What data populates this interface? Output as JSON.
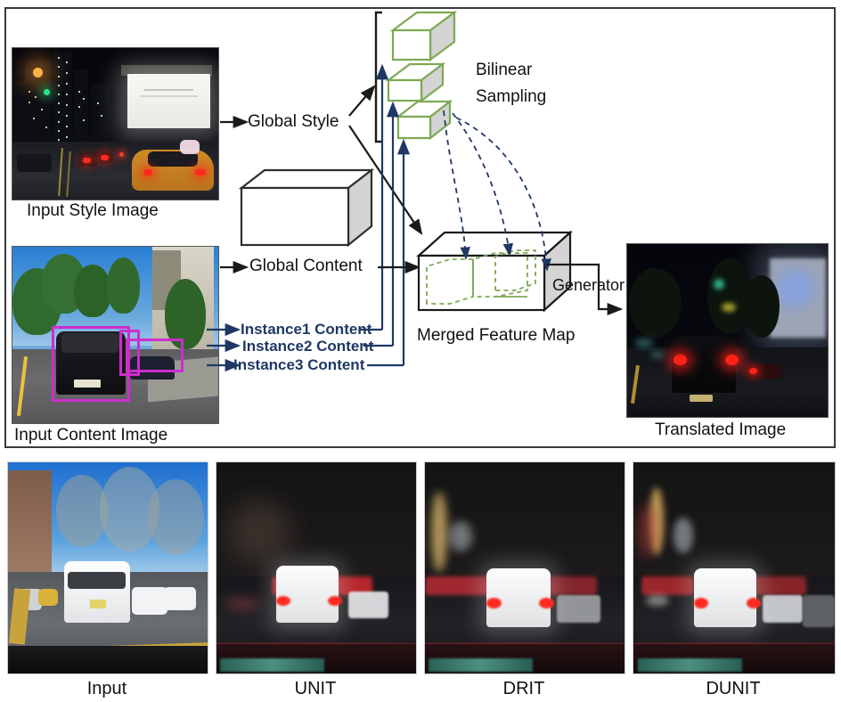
{
  "figure": {
    "type": "architecture-diagram",
    "top_panel": {
      "images": [
        {
          "id": "style",
          "caption": "Input Style Image",
          "scene": "night city street with illuminated billboard and yellow taxi"
        },
        {
          "id": "content",
          "caption": "Input Content Image",
          "scene": "daytime street with black SUV and three magenta instance bounding boxes"
        },
        {
          "id": "translated",
          "caption": "Translated Image",
          "scene": "night-translated street with red taillights"
        }
      ],
      "labels": {
        "global_style": "Global Style",
        "global_content": "Global Content",
        "bilinear_sampling": "Bilinear\nSampling",
        "bilinear_line1": "Bilinear",
        "bilinear_line2": "Sampling",
        "merged_feature_map": "Merged Feature Map",
        "generator": "Generator"
      },
      "instances": [
        {
          "label": "Instance1 Content"
        },
        {
          "label": "Instance2 Content"
        },
        {
          "label": "Instance3 Content"
        }
      ],
      "style_boxes_count": 3,
      "colors": {
        "instance_text": "#1F3864",
        "instance_arrow": "#1F3864",
        "style_box_edge": "#7DA954",
        "bbox_magenta": "#CC2ECC",
        "box_outline": "#2F2F2F",
        "dashed_curve": "#1F3864",
        "panel_border": "#3A3A3A"
      }
    },
    "bottom_panel": {
      "columns": [
        {
          "label": "Input",
          "scene": "daytime street, white SUV ahead, blue sky, bare trees"
        },
        {
          "label": "UNIT",
          "scene": "night translation, dark and blurry, white SUV with red glow"
        },
        {
          "label": "DRIT",
          "scene": "night translation, red streaks on left, white SUV"
        },
        {
          "label": "DUNIT",
          "scene": "night translation, sharper lit buildings and cars, white SUV"
        }
      ]
    }
  }
}
